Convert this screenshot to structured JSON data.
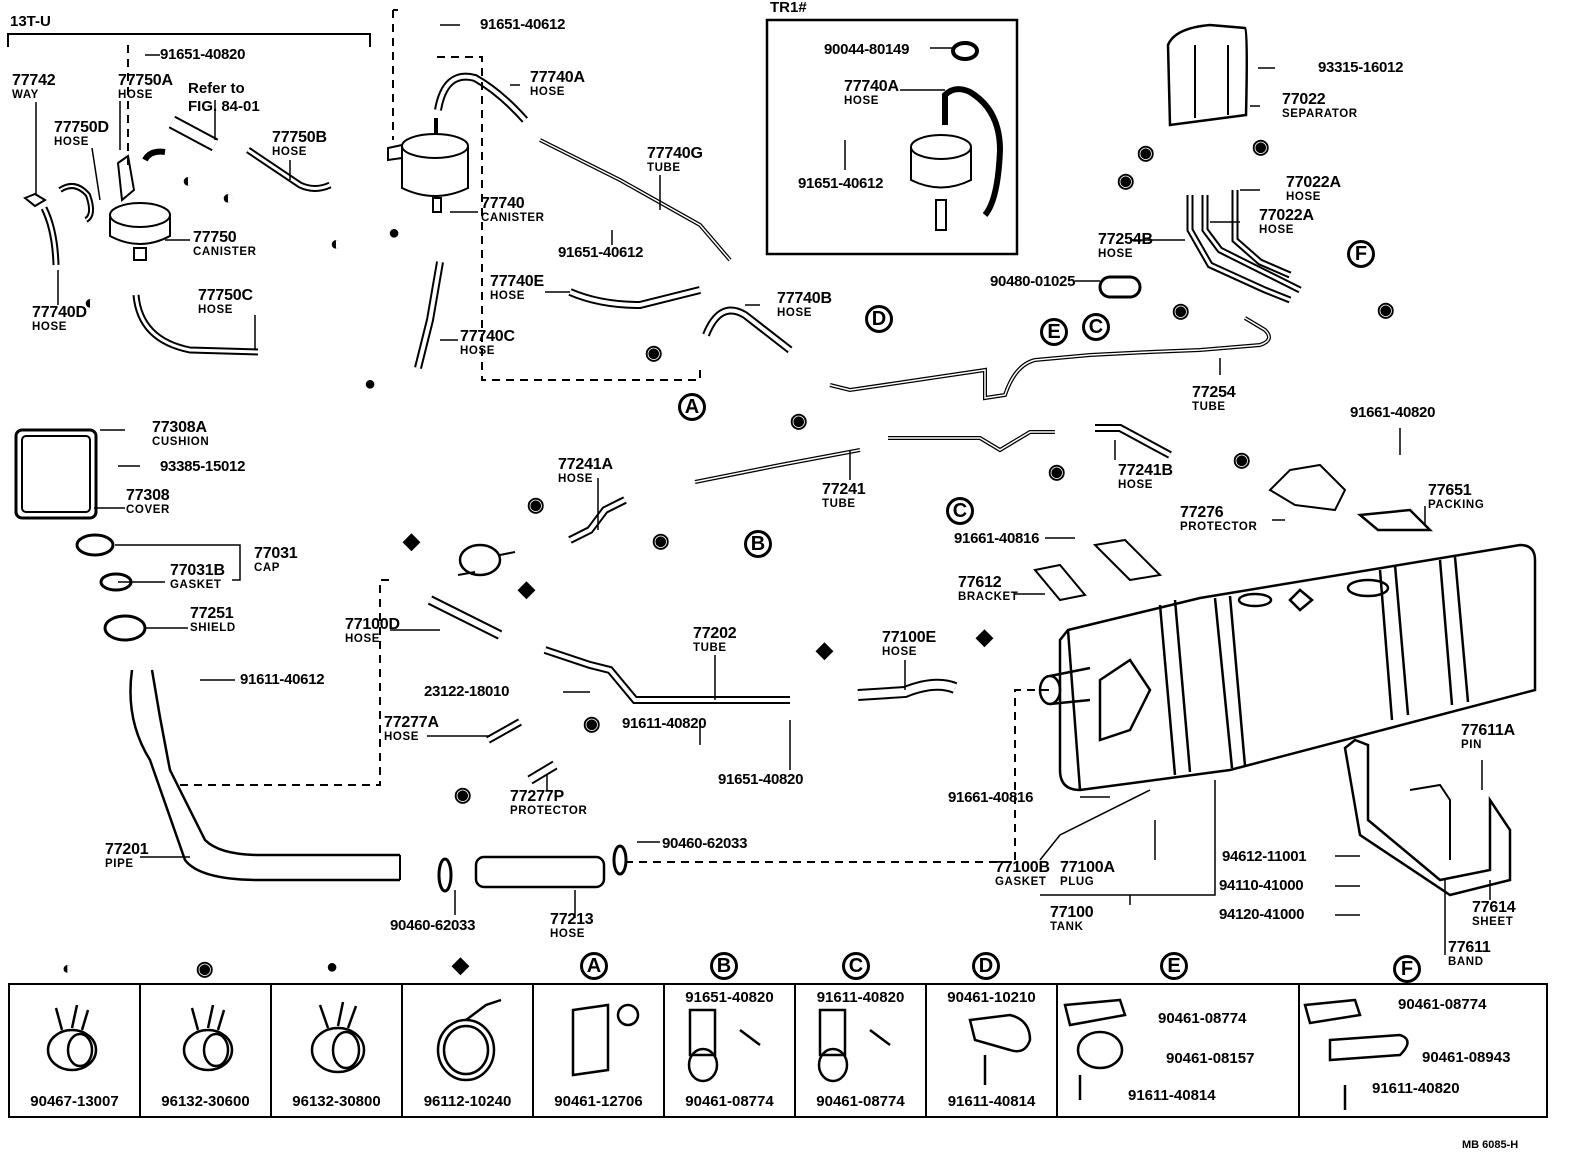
{
  "title_code": "MB 6085-H",
  "variants": {
    "left_group": "13T-U",
    "inset_group": "TR1#"
  },
  "reference_note": [
    "Refer to",
    "FIG. 84-01"
  ],
  "symbols": {
    "half_circle": "half-filled-circle-icon",
    "ring": "ring-circle-icon",
    "triangle": "filled-circle-triangle-icon",
    "diamond": "diamond-square-icon",
    "A": "A",
    "B": "B",
    "C": "C",
    "D": "D",
    "E": "E",
    "F": "F"
  },
  "parts": {
    "p77742": {
      "num": "77742",
      "name": "WAY"
    },
    "p77750A": {
      "num": "77750A",
      "name": "HOSE"
    },
    "p77750D": {
      "num": "77750D",
      "name": "HOSE"
    },
    "p77750B": {
      "num": "77750B",
      "name": "HOSE"
    },
    "p77750": {
      "num": "77750",
      "name": "CANISTER"
    },
    "p77740D": {
      "num": "77740D",
      "name": "HOSE"
    },
    "p77750C": {
      "num": "77750C",
      "name": "HOSE"
    },
    "b91651_40820_top": {
      "num": "91651-40820"
    },
    "b91651_40612_top": {
      "num": "91651-40612"
    },
    "p77740A": {
      "num": "77740A",
      "name": "HOSE"
    },
    "p77740": {
      "num": "77740",
      "name": "CANISTER"
    },
    "p77740G": {
      "num": "77740G",
      "name": "TUBE"
    },
    "b91651_40612_mid": {
      "num": "91651-40612"
    },
    "p77740E": {
      "num": "77740E",
      "name": "HOSE"
    },
    "p77740C": {
      "num": "77740C",
      "name": "HOSE"
    },
    "p77740B": {
      "num": "77740B",
      "name": "HOSE"
    },
    "inset_90044": {
      "num": "90044-80149"
    },
    "inset_77740A": {
      "num": "77740A",
      "name": "HOSE"
    },
    "inset_91651": {
      "num": "91651-40612"
    },
    "b93315": {
      "num": "93315-16012"
    },
    "p77022": {
      "num": "77022",
      "name": "SEPARATOR"
    },
    "p77022A_1": {
      "num": "77022A",
      "name": "HOSE"
    },
    "p77022A_2": {
      "num": "77022A",
      "name": "HOSE"
    },
    "p77254B": {
      "num": "77254B",
      "name": "HOSE"
    },
    "g90480": {
      "num": "90480-01025"
    },
    "p77254": {
      "num": "77254",
      "name": "TUBE"
    },
    "b91661_40820": {
      "num": "91661-40820"
    },
    "p77308A": {
      "num": "77308A",
      "name": "CUSHION"
    },
    "b93385": {
      "num": "93385-15012"
    },
    "p77308": {
      "num": "77308",
      "name": "COVER"
    },
    "p77031": {
      "num": "77031",
      "name": "CAP"
    },
    "p77031B": {
      "num": "77031B",
      "name": "GASKET"
    },
    "p77251": {
      "num": "77251",
      "name": "SHIELD"
    },
    "b91611_40612": {
      "num": "91611-40612"
    },
    "p77241A": {
      "num": "77241A",
      "name": "HOSE"
    },
    "p77241": {
      "num": "77241",
      "name": "TUBE"
    },
    "p77241B": {
      "num": "77241B",
      "name": "HOSE"
    },
    "p77276": {
      "num": "77276",
      "name": "PROTECTOR"
    },
    "p77651": {
      "num": "77651",
      "name": "PACKING"
    },
    "b91661_40816_top": {
      "num": "91661-40816"
    },
    "p77612": {
      "num": "77612",
      "name": "BRACKET"
    },
    "p77100D": {
      "num": "77100D",
      "name": "HOSE"
    },
    "p77202": {
      "num": "77202",
      "name": "TUBE"
    },
    "p77100E": {
      "num": "77100E",
      "name": "HOSE"
    },
    "p23122": {
      "num": "23122-18010"
    },
    "p77277A": {
      "num": "77277A",
      "name": "HOSE"
    },
    "b91611_40820": {
      "num": "91611-40820"
    },
    "b91651_40820_low": {
      "num": "91651-40820"
    },
    "p77277P": {
      "num": "77277P",
      "name": "PROTECTOR"
    },
    "p77611A": {
      "num": "77611A",
      "name": "PIN"
    },
    "b91661_40816_low": {
      "num": "91661-40816"
    },
    "p77100B": {
      "num": "77100B",
      "name": "GASKET"
    },
    "p77100A": {
      "num": "77100A",
      "name": "PLUG"
    },
    "p77100": {
      "num": "77100",
      "name": "TANK"
    },
    "w94612": {
      "num": "94612-11001"
    },
    "w94110": {
      "num": "94110-41000"
    },
    "w94120": {
      "num": "94120-41000"
    },
    "p77614": {
      "num": "77614",
      "name": "SHEET"
    },
    "p77611": {
      "num": "77611",
      "name": "BAND"
    },
    "p77201": {
      "num": "77201",
      "name": "PIPE"
    },
    "c90460_right": {
      "num": "90460-62033"
    },
    "c90460_left": {
      "num": "90460-62033"
    },
    "p77213": {
      "num": "77213",
      "name": "HOSE"
    }
  },
  "legend": [
    {
      "symbol": "half-circle",
      "parts": [
        "90467-13007"
      ]
    },
    {
      "symbol": "ring",
      "parts": [
        "96132-30600"
      ]
    },
    {
      "symbol": "triangle",
      "parts": [
        "96132-30800"
      ]
    },
    {
      "symbol": "diamond",
      "parts": [
        "96112-10240"
      ]
    },
    {
      "symbol": "A",
      "parts": [
        "90461-12706"
      ]
    },
    {
      "symbol": "B",
      "parts": [
        "91651-40820",
        "90461-08774"
      ]
    },
    {
      "symbol": "C",
      "parts": [
        "91611-40820",
        "90461-08774"
      ]
    },
    {
      "symbol": "D",
      "parts": [
        "90461-10210",
        "91611-40814"
      ]
    },
    {
      "symbol": "E",
      "parts": [
        "90461-08774",
        "90461-08157",
        "91611-40814"
      ]
    },
    {
      "symbol": "F",
      "parts": [
        "90461-08774",
        "90461-08943",
        "91611-40820"
      ]
    }
  ]
}
